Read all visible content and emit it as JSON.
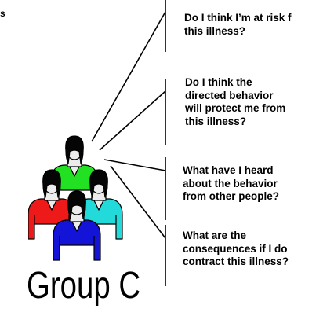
{
  "fragment_text": "s",
  "questions": [
    {
      "lines": [
        "Do I think I’m at risk f",
        "this illness?"
      ]
    },
    {
      "lines": [
        "Do I think the",
        "directed behavior",
        "will protect me from",
        "this illness?"
      ]
    },
    {
      "lines": [
        "What have I heard",
        "about the behavior",
        "from other people?"
      ]
    },
    {
      "lines": [
        "What are the",
        "consequences if I do",
        "contract this illness?"
      ]
    }
  ],
  "group_label": "Group C",
  "people_icon": {
    "name": "group-of-people-icon",
    "colors": {
      "back": "#22e022",
      "left": "#ee1a1a",
      "right": "#22dada",
      "front": "#1414d8",
      "hair": "#050505",
      "skin": "#ececec"
    }
  }
}
